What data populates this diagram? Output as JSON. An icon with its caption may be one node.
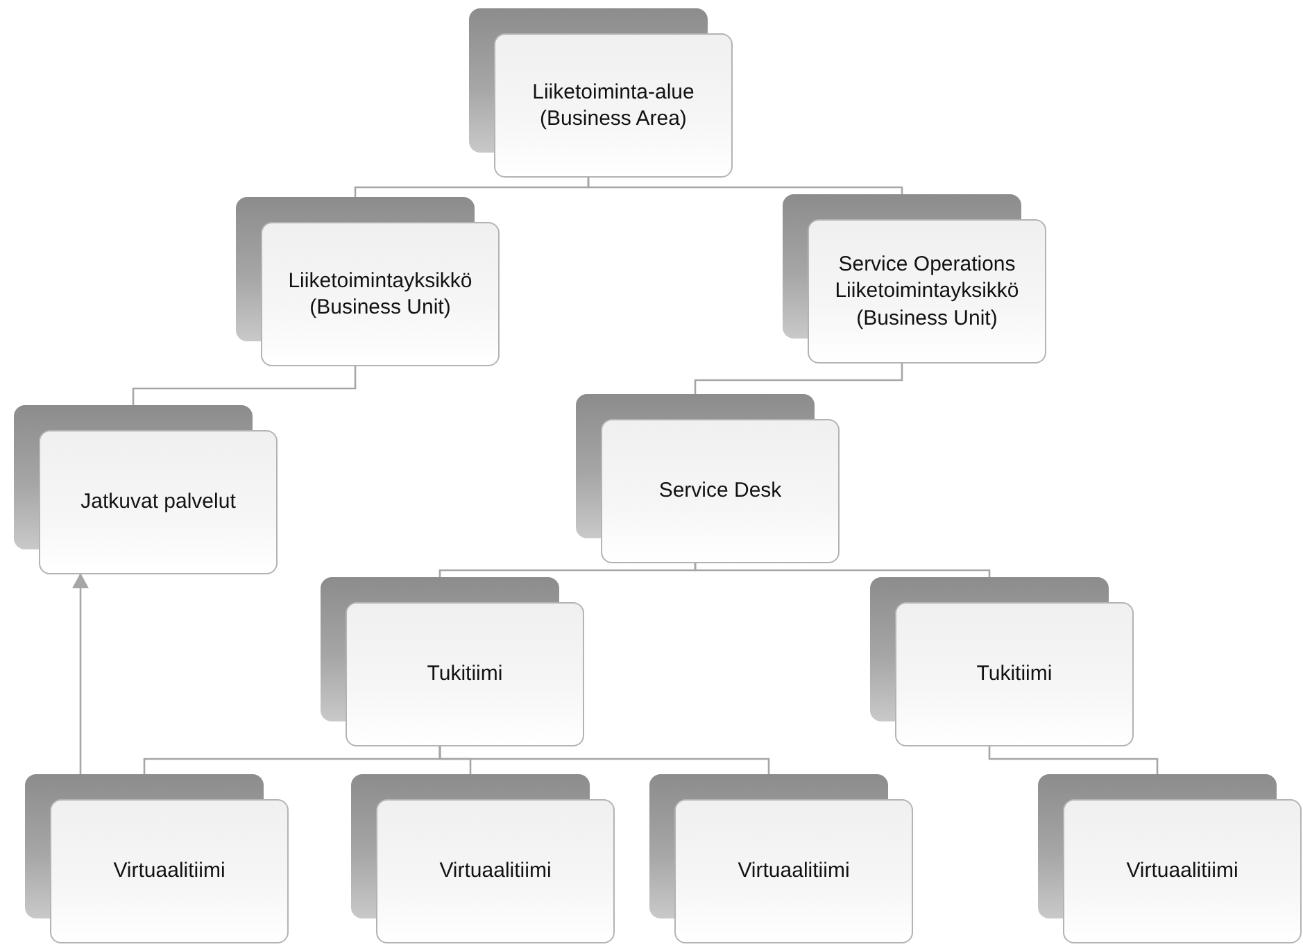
{
  "diagram": {
    "nodes": [
      {
        "text": [
          "Liiketoiminta-alue (Business Area)"
        ]
      },
      {
        "text": [
          "Liiketoimintayksikkö (Business Unit)"
        ]
      },
      {
        "text": [
          "Service Operations Liiketoimintayksikkö (Business Unit)"
        ]
      },
      {
        "text": [
          "Jatkuvat palvelut"
        ]
      },
      {
        "text": [
          "Service Desk"
        ]
      },
      {
        "text": [
          "Tukitiimi"
        ]
      },
      {
        "text": [
          "Tukitiimi"
        ]
      },
      {
        "text": [
          "Virtuaalitiimi"
        ]
      },
      {
        "text": [
          "Virtuaalitiimi"
        ]
      },
      {
        "text": [
          "Virtuaalitiimi"
        ]
      },
      {
        "text": [
          "Virtuaalitiimi"
        ]
      }
    ],
    "edges": [
      {
        "from": 0,
        "to": 1,
        "arrow": "none"
      },
      {
        "from": 0,
        "to": 2,
        "arrow": "none"
      },
      {
        "from": 1,
        "to": 3,
        "arrow": "none"
      },
      {
        "from": 2,
        "to": 4,
        "arrow": "none"
      },
      {
        "from": 4,
        "to": 5,
        "arrow": "none"
      },
      {
        "from": 4,
        "to": 6,
        "arrow": "none"
      },
      {
        "from": 5,
        "to": 7,
        "arrow": "none"
      },
      {
        "from": 5,
        "to": 8,
        "arrow": "none"
      },
      {
        "from": 5,
        "to": 9,
        "arrow": "none"
      },
      {
        "from": 6,
        "to": 10,
        "arrow": "none"
      },
      {
        "from": 7,
        "to": 3,
        "arrow": "to"
      }
    ]
  }
}
